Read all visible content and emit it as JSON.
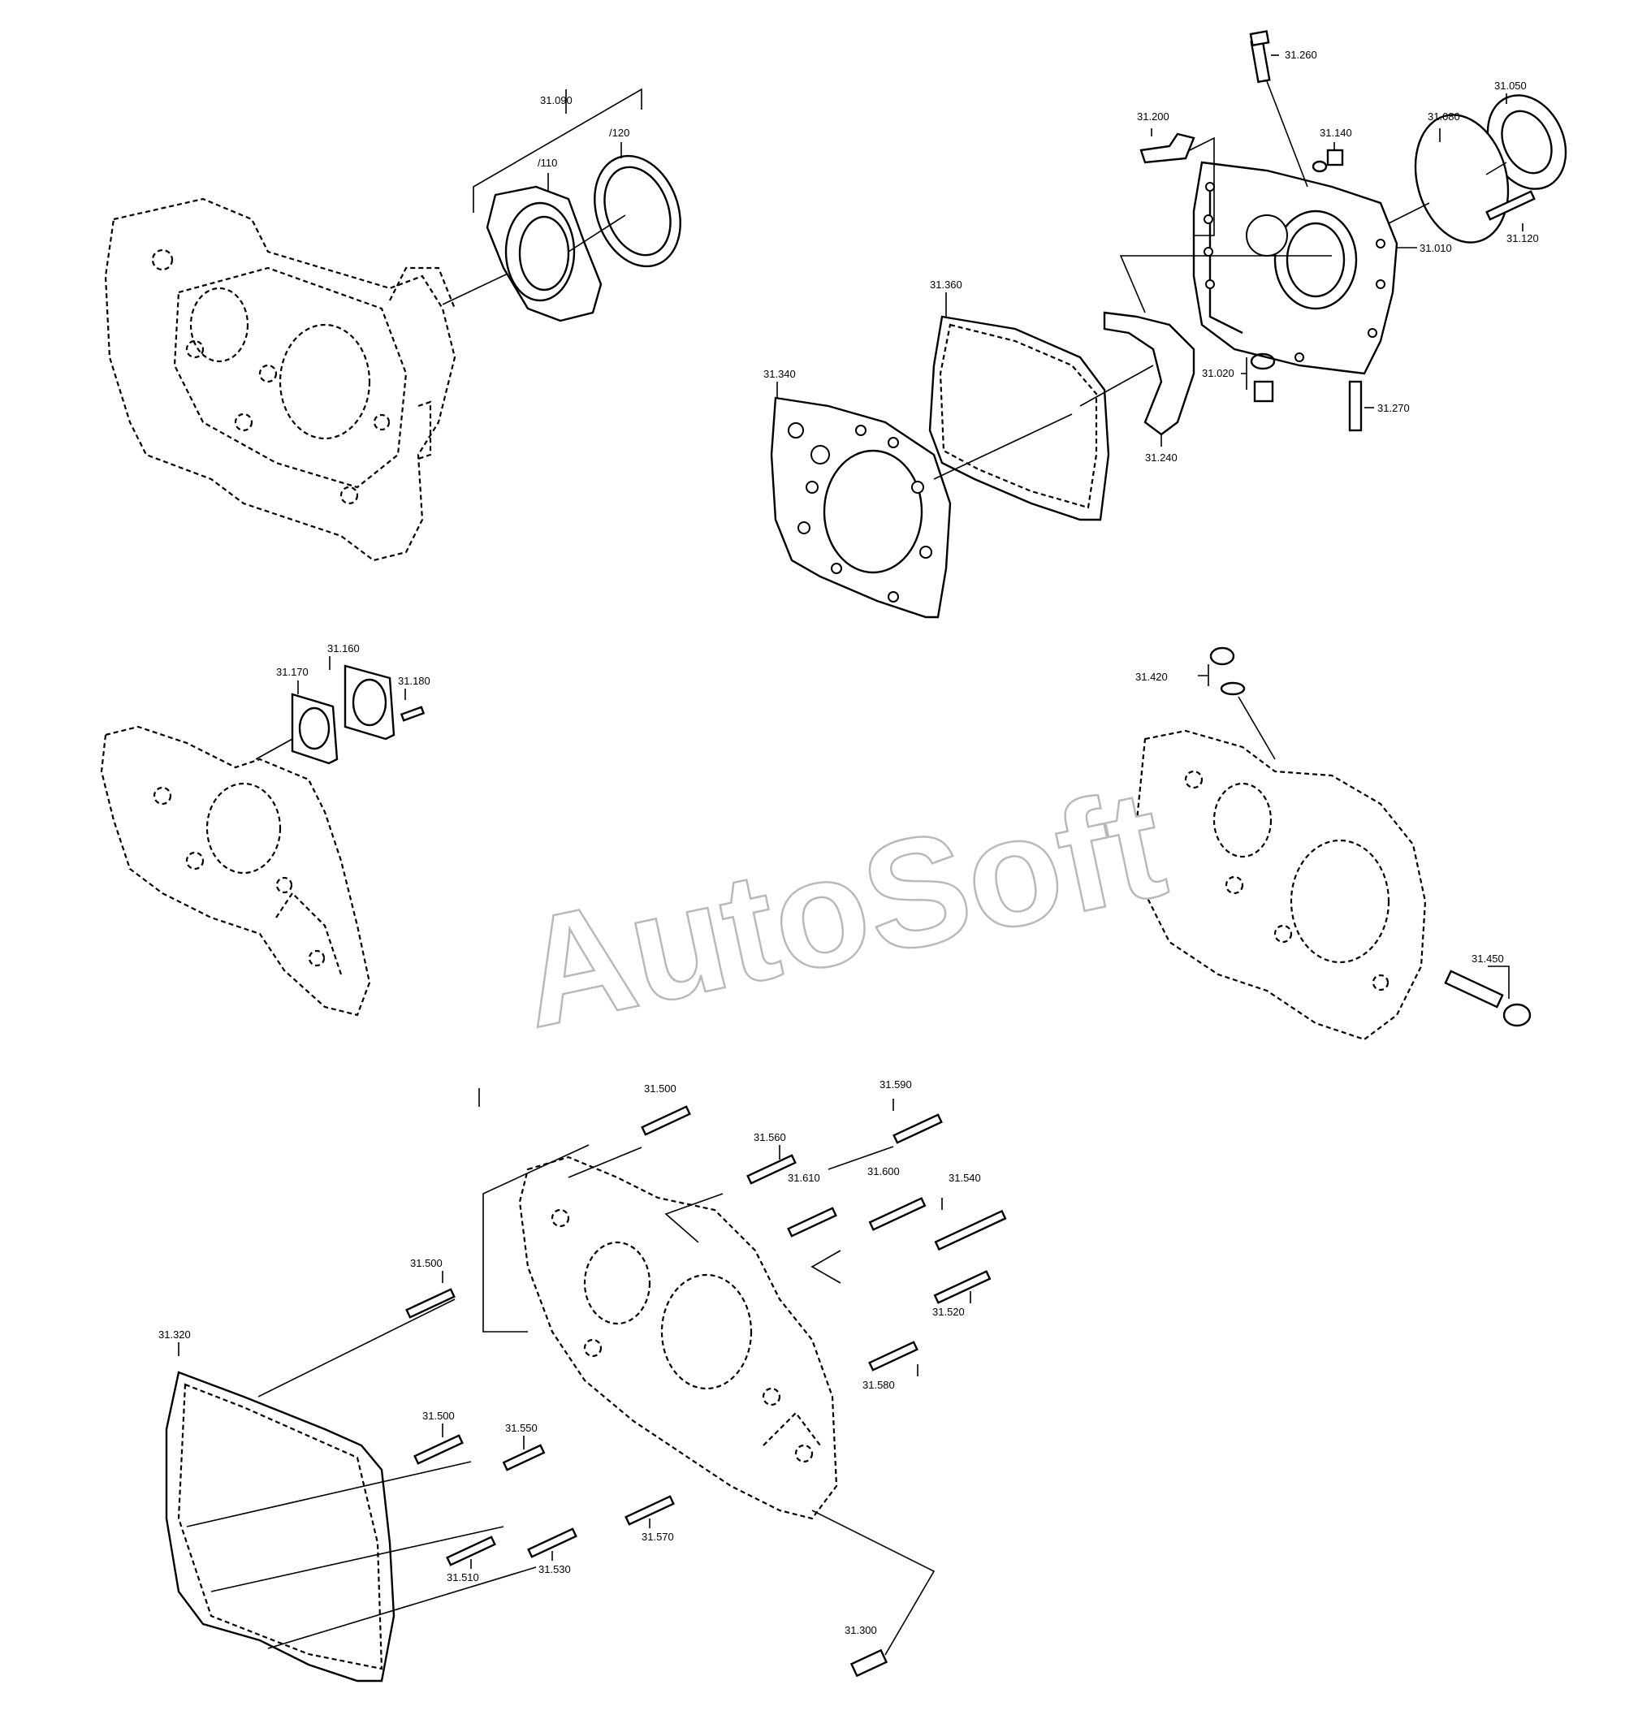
{
  "watermark": "AutoSoft",
  "labels": {
    "l31090": "31.090",
    "l110": "/110",
    "l120": "/120",
    "l31260": "31.260",
    "l31050": "31.050",
    "l31200": "31.200",
    "l31080": "31.080",
    "l31140": "31.140",
    "l31010": "31.010",
    "l31120": "31.120",
    "l31360": "31.360",
    "l31340": "31.340",
    "l31020": "31.020",
    "l31270": "31.270",
    "l31240": "31.240",
    "l31160": "31.160",
    "l31170": "31.170",
    "l31180": "31.180",
    "l31420": "31.420",
    "l31450": "31.450",
    "l31500a": "31.500",
    "l31590": "31.590",
    "l31560": "31.560",
    "l31610": "31.610",
    "l31600": "31.600",
    "l31540": "31.540",
    "l31500b": "31.500",
    "l31520": "31.520",
    "l31320": "31.320",
    "l31580": "31.580",
    "l31500c": "31.500",
    "l31550": "31.550",
    "l31570": "31.570",
    "l31510": "31.510",
    "l31530": "31.530",
    "l31300": "31.300"
  }
}
